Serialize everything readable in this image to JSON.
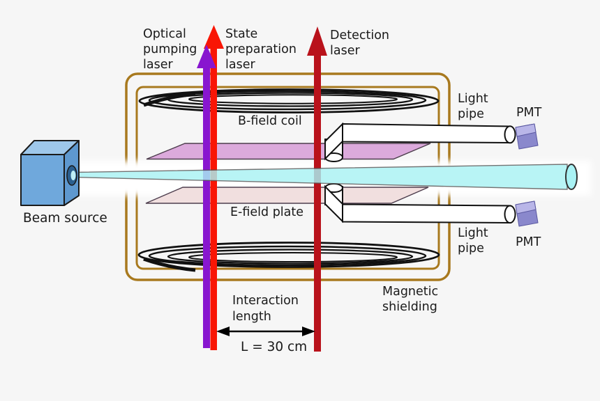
{
  "labels": {
    "optical_pumping_laser": [
      "Optical",
      "pumping",
      "laser"
    ],
    "state_preparation_laser": [
      "State",
      "preparation",
      "laser"
    ],
    "detection_laser": [
      "Detection",
      "laser"
    ],
    "b_field_coil": "B-field coil",
    "e_field_plate": "E-field plate",
    "beam_source": "Beam source",
    "light_pipe_top": [
      "Light",
      "pipe"
    ],
    "pmt_top": "PMT",
    "light_pipe_bottom": [
      "Light",
      "pipe"
    ],
    "pmt_bottom": "PMT",
    "magnetic_shielding": [
      "Magnetic",
      "shielding"
    ],
    "interaction_length": [
      "Interaction",
      "length"
    ]
  },
  "measurements": {
    "interaction_length_value": "L = 30 cm"
  },
  "colors": {
    "background": "#f6f6f6",
    "shielding": "#a8791e",
    "coil": "#111111",
    "glow": "#ffffff",
    "plate_top": "#dcaadc",
    "plate_bottom": "#f1dfdf",
    "laser_optical_pumping": "#8816cf",
    "laser_state_preparation": "#f91605",
    "laser_detection": "#b9121b",
    "pipe": "#ffffff",
    "beam": "#a9f2f4",
    "pmt_body": "#8a88cc",
    "pmt_highlight": "#b9b6e8",
    "source_front": "#6fa8dc",
    "source_top": "#9ec7ea",
    "source_side": "#5e98cf",
    "source_hole": "#2b5f8f",
    "source_hole_inner": "#bfeef5",
    "text": "#1a1a1a",
    "dimension_arrow": "#000000"
  }
}
